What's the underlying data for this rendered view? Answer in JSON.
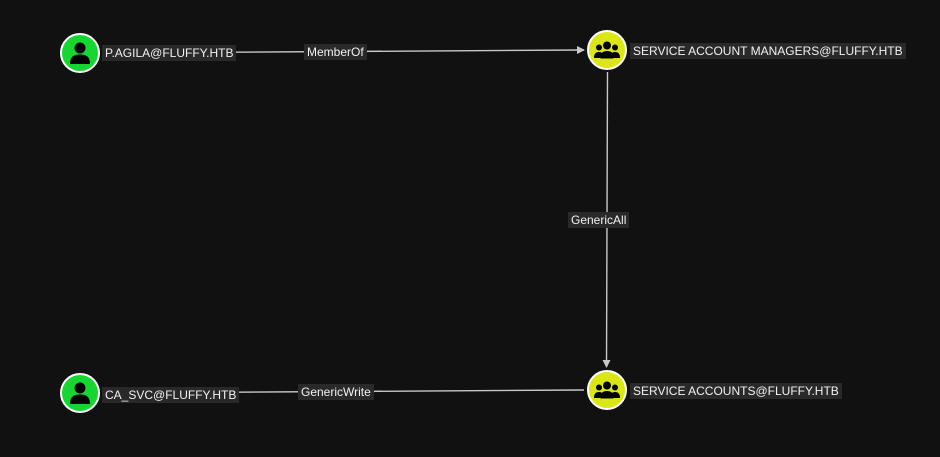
{
  "colors": {
    "background": "#121112",
    "user_node": "#17d631",
    "group_node": "#dbe617",
    "node_border": "#ffffff",
    "edge": "#c8c8c8",
    "label_bg": "#2a292a",
    "label_text": "#f2f2f2"
  },
  "nodes": {
    "p_agila": {
      "label": "P.AGILA@FLUFFY.HTB",
      "kind": "user",
      "icon": "user-icon"
    },
    "ca_svc": {
      "label": "CA_SVC@FLUFFY.HTB",
      "kind": "user",
      "icon": "user-icon"
    },
    "sam": {
      "label": "SERVICE ACCOUNT MANAGERS@FLUFFY.HTB",
      "kind": "group",
      "icon": "group-icon"
    },
    "sa": {
      "label": "SERVICE ACCOUNTS@FLUFFY.HTB",
      "kind": "group",
      "icon": "group-icon"
    }
  },
  "edges": {
    "memberof": {
      "label": "MemberOf",
      "from": "P.AGILA@FLUFFY.HTB",
      "to": "SERVICE ACCOUNT MANAGERS@FLUFFY.HTB"
    },
    "genericall": {
      "label": "GenericAll",
      "from": "SERVICE ACCOUNT MANAGERS@FLUFFY.HTB",
      "to": "SERVICE ACCOUNTS@FLUFFY.HTB"
    },
    "genericwrite": {
      "label": "GenericWrite",
      "from": "CA_SVC@FLUFFY.HTB",
      "to": "SERVICE ACCOUNTS@FLUFFY.HTB"
    }
  }
}
